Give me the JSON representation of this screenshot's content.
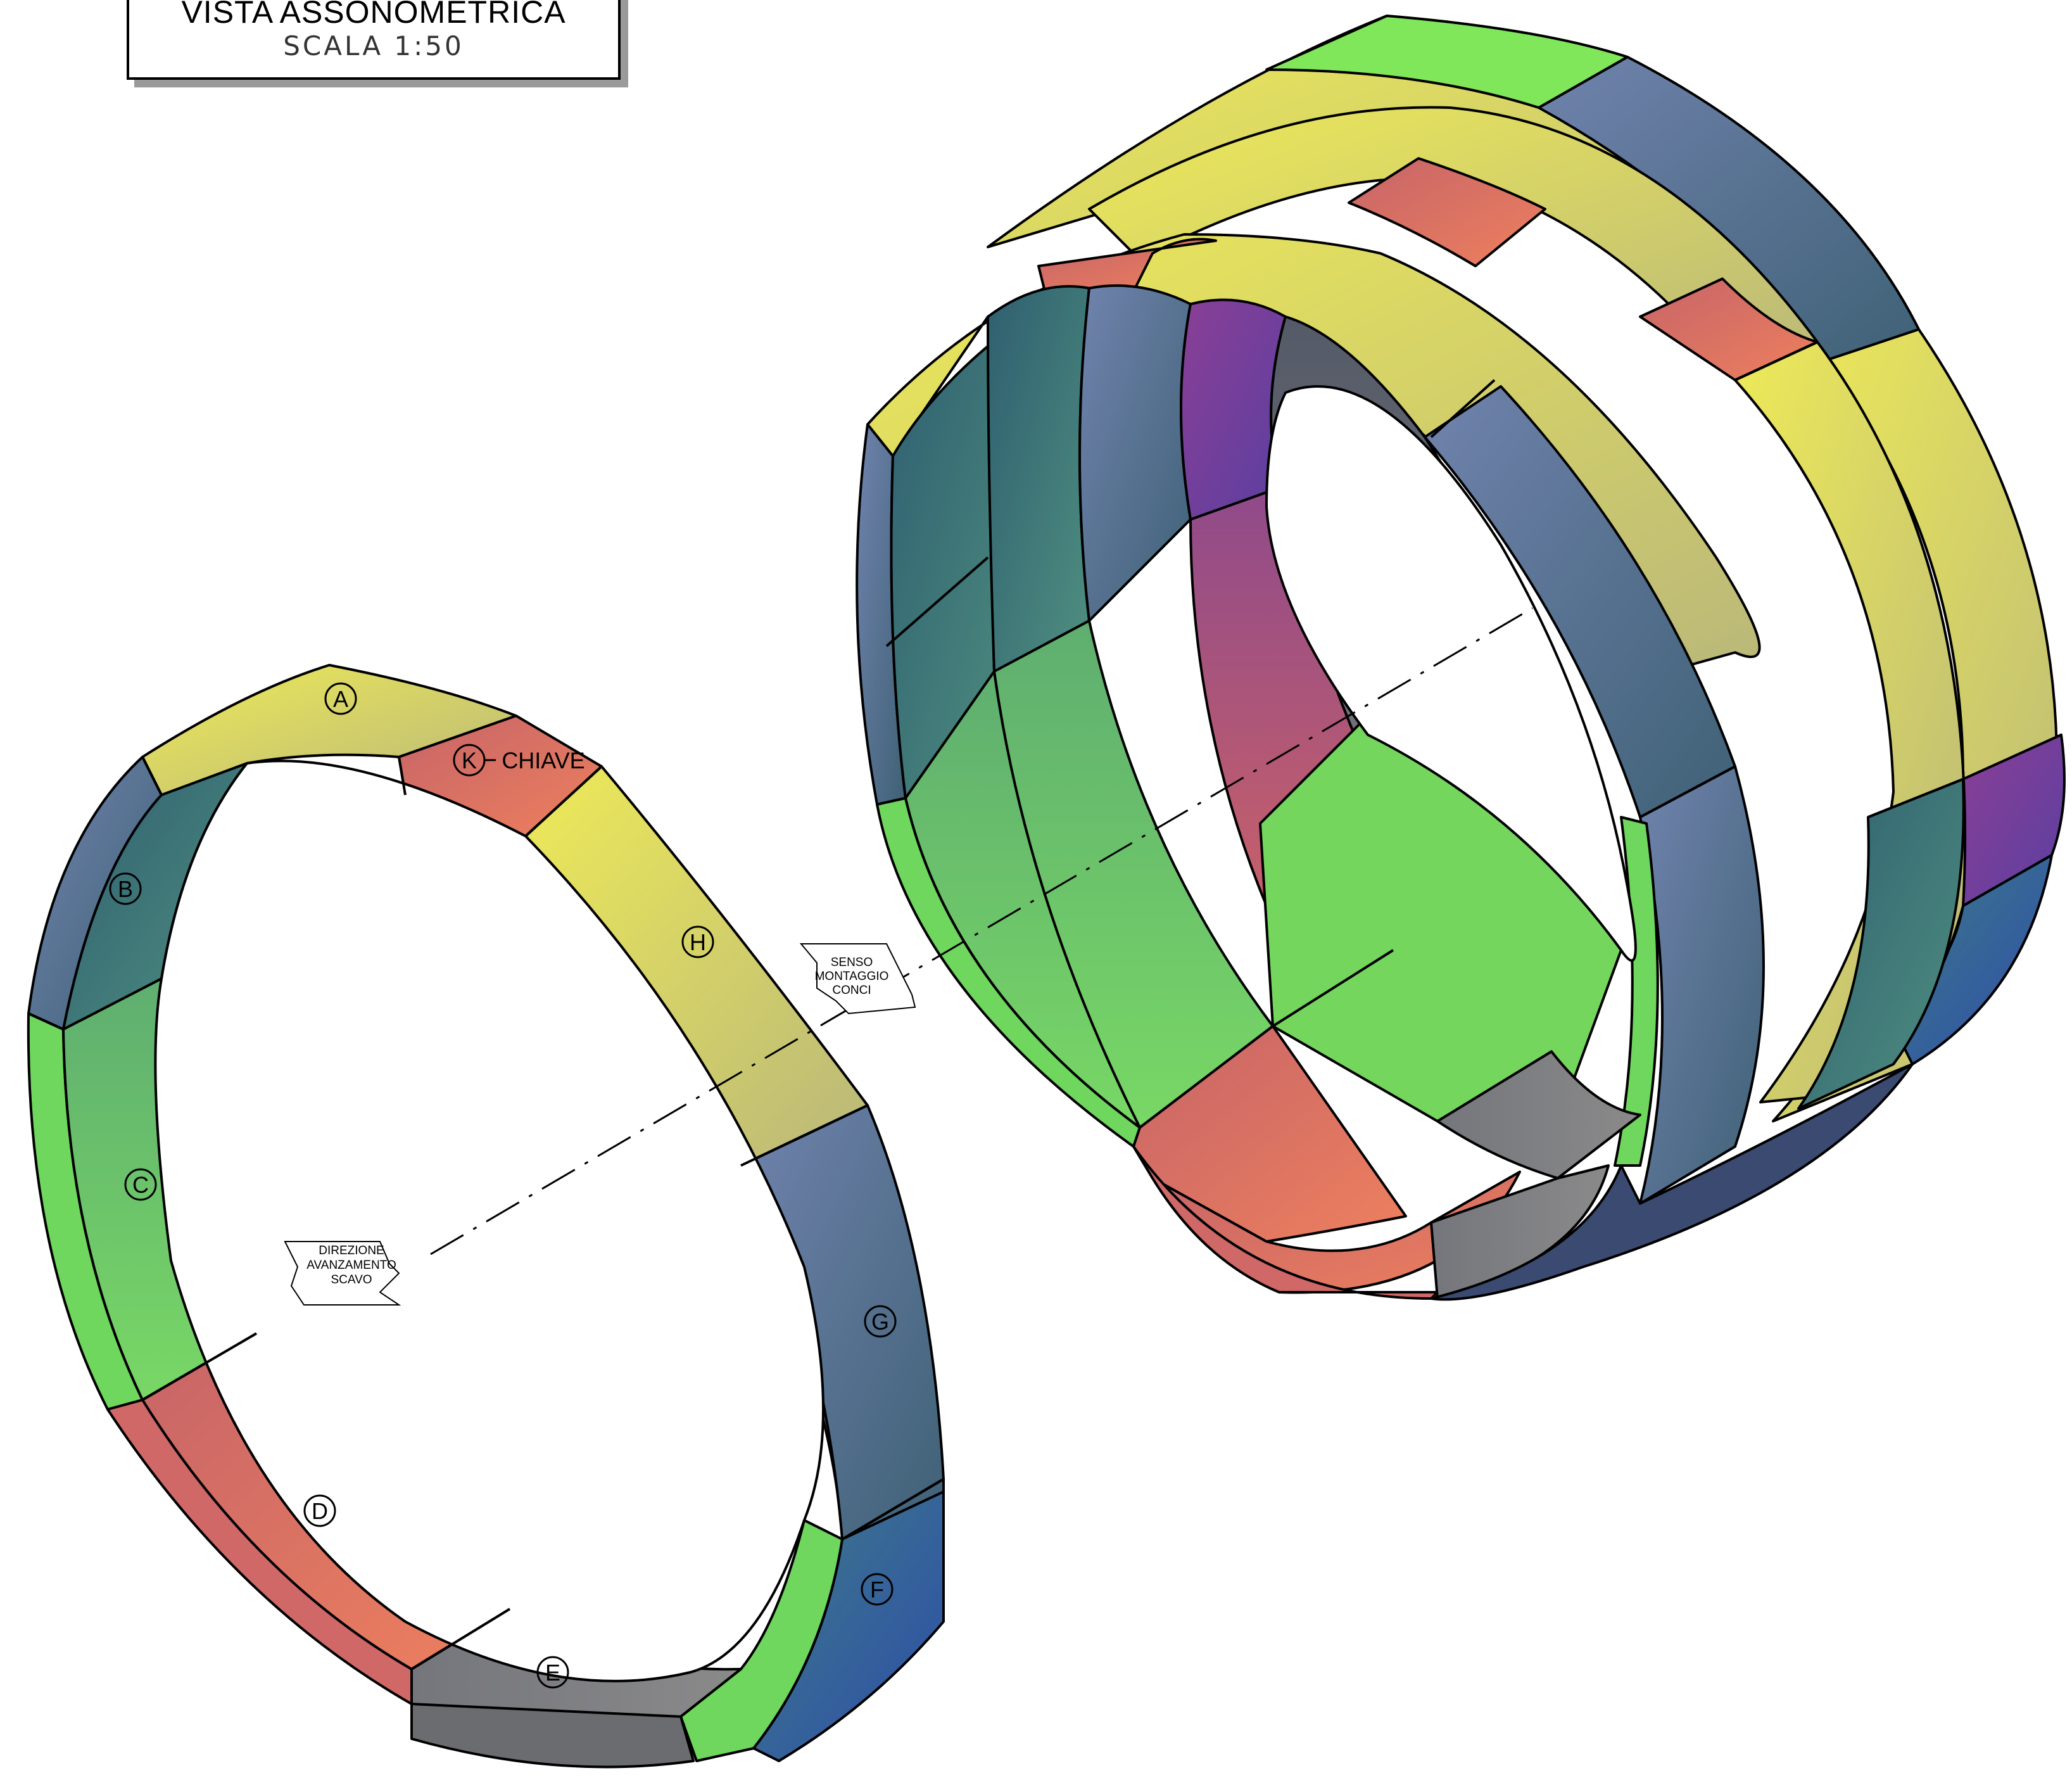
{
  "title": {
    "main": "VISTA ASSONOMETRICA",
    "scale": "SCALA 1:50"
  },
  "ring_segments": [
    {
      "id": "A",
      "color": "#e8e35a"
    },
    {
      "id": "B",
      "color": "#6b7fa8"
    },
    {
      "id": "C",
      "color": "#5fbf6a"
    },
    {
      "id": "D",
      "color": "#e07a62"
    },
    {
      "id": "E",
      "color": "#7d7d82"
    },
    {
      "id": "F",
      "color": "#3a5ea0"
    },
    {
      "id": "G",
      "color": "#4f6f8f"
    },
    {
      "id": "H",
      "color": "#d7d567"
    },
    {
      "id": "K",
      "color": "#e8785e"
    }
  ],
  "key_label": "CHIAVE",
  "annotations": {
    "excavation": [
      "DIREZIONE",
      "AVANZAMENTO",
      "SCAVO"
    ],
    "assembly": [
      "SENSO",
      "MONTAGGIO",
      "CONCI"
    ]
  },
  "colors": {
    "yellow": "#e8e35a",
    "blue": "#5f7aa0",
    "green": "#6fd65e",
    "red": "#e07a62",
    "grey": "#7f8085",
    "teal": "#3f7387",
    "purple": "#7a3d9a"
  }
}
